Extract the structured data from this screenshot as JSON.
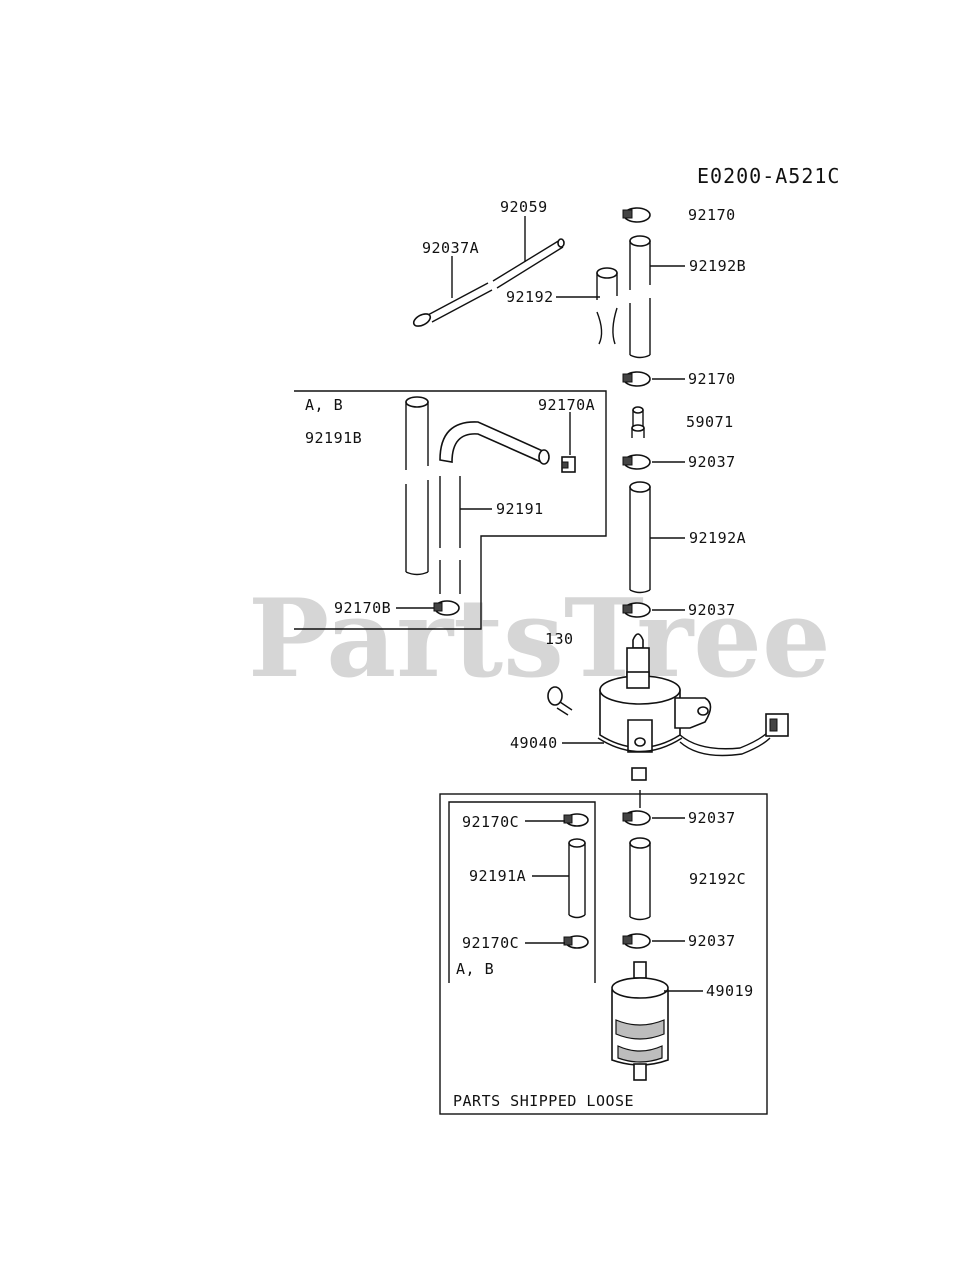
{
  "diagram_code": "E0200-A521C",
  "watermark": "PartsTree",
  "labels": {
    "p92059": "92059",
    "p92037A": "92037A",
    "p92192": "92192",
    "p92170_top": "92170",
    "p92192B": "92192B",
    "p92170_mid": "92170",
    "p59071": "59071",
    "p92037_1": "92037",
    "p92192A": "92192A",
    "p92037_2": "92037",
    "p130": "130",
    "p49040": "49040",
    "p92037_3": "92037",
    "p92192C": "92192C",
    "p92037_4": "92037",
    "p49019": "49019",
    "ab_upper": "A, B",
    "p92191B": "92191B",
    "p92170A": "92170A",
    "p92191": "92191",
    "p92170B": "92170B",
    "p92170C_1": "92170C",
    "p92191A": "92191A",
    "p92170C_2": "92170C",
    "ab_lower": "A, B",
    "loose_note": "PARTS SHIPPED LOOSE"
  }
}
